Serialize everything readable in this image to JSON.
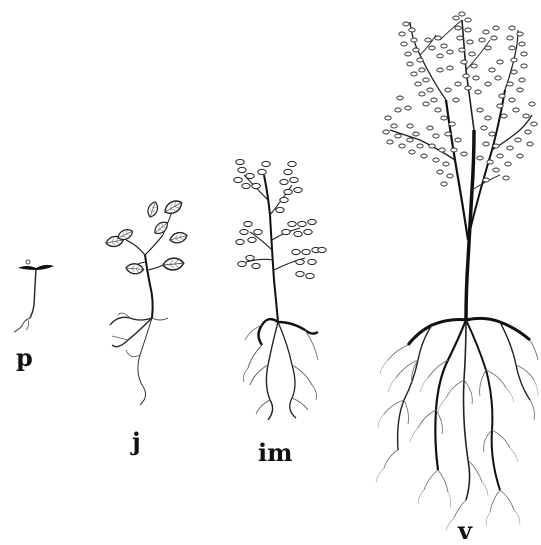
{
  "figure": {
    "stages": [
      {
        "label": "p"
      },
      {
        "label": "j"
      },
      {
        "label": "im"
      },
      {
        "label": "v"
      }
    ]
  }
}
